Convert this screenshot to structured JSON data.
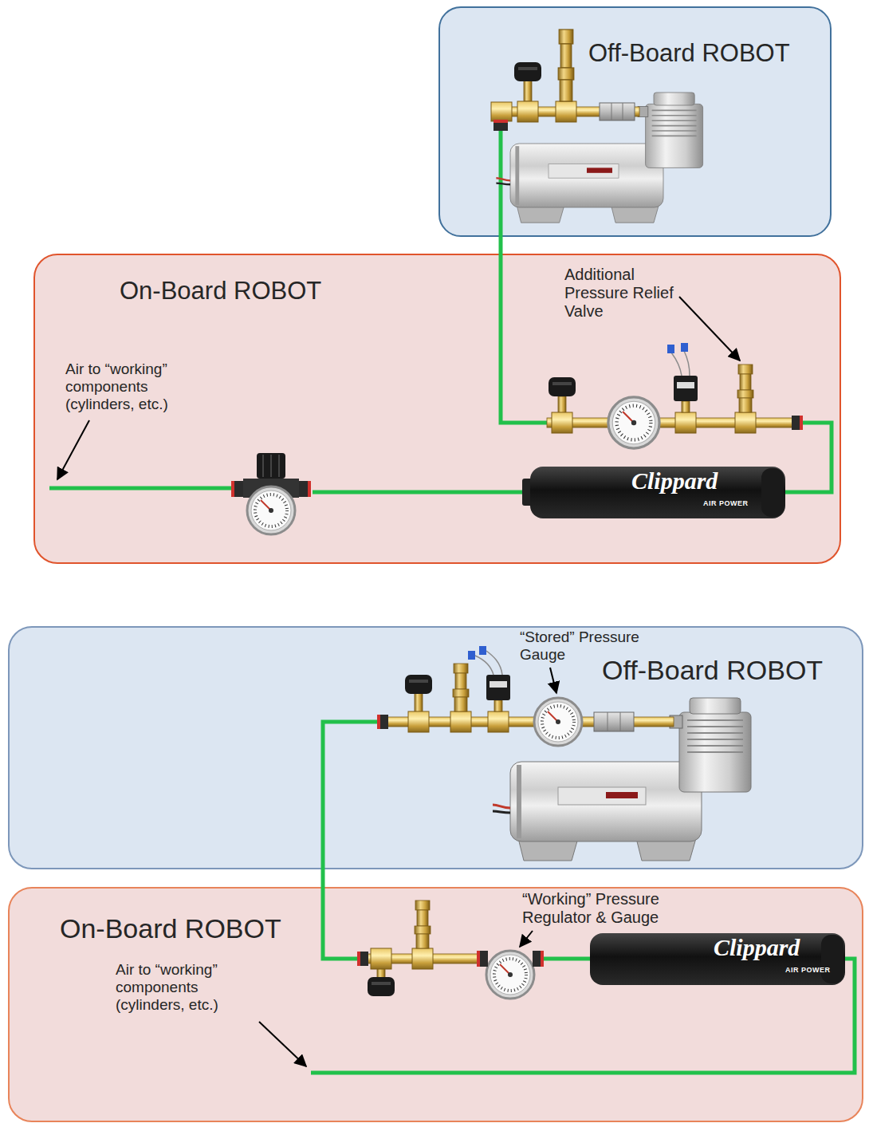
{
  "diagram": {
    "nodes": [
      {
        "text": [
          "Off-Board ROBOT"
        ]
      },
      {
        "text": [
          "On-Board ROBOT"
        ]
      },
      {
        "text": [
          "Off-Board ROBOT"
        ]
      },
      {
        "text": [
          "On-Board ROBOT"
        ]
      }
    ],
    "edges": [
      {
        "from": 0,
        "to": 1,
        "arrow": "none"
      },
      {
        "from": 2,
        "to": 3,
        "arrow": "none"
      }
    ],
    "labels": [
      "Additional Pressure Relief Valve",
      "Air to “working” components (cylinders, etc.)",
      "Clippard",
      "AIR POWER",
      "“Stored” Pressure Gauge",
      "“Working” Pressure Regulator & Gauge",
      "Clippard",
      "AIR POWER",
      "Air to “working” components (cylinders, etc.)"
    ]
  }
}
